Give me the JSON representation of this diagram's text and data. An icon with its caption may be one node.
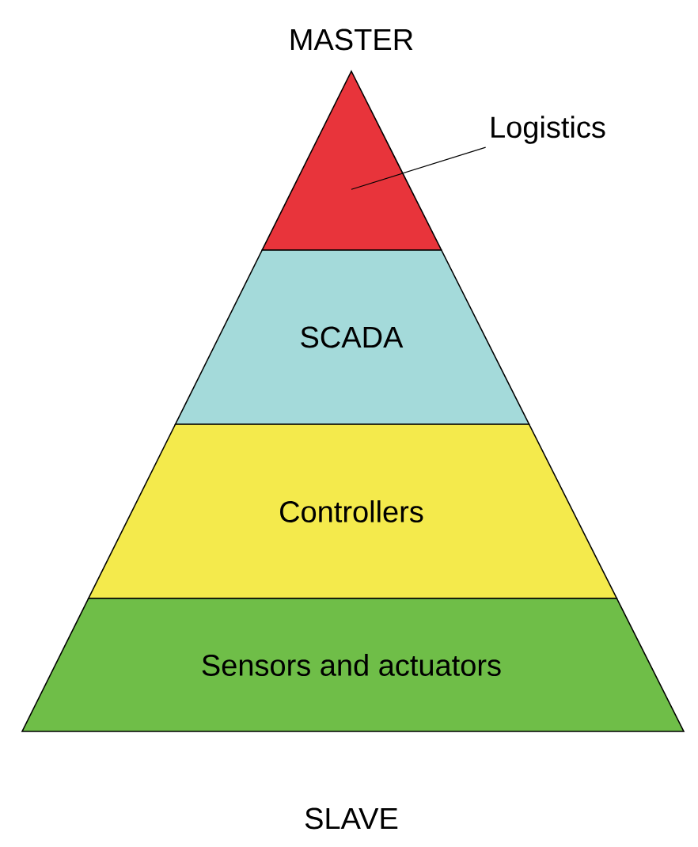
{
  "diagram": {
    "nodes": [
      {
        "text": [],
        "shape": "triangle"
      },
      {
        "text": [
          "SCADA"
        ]
      },
      {
        "text": [
          "Controllers"
        ]
      },
      {
        "text": [
          "Sensors and actuators"
        ]
      },
      {
        "text": [
          "Logistics"
        ]
      }
    ],
    "edges": [
      {
        "from": 4,
        "to": 0,
        "arrow": "none"
      }
    ],
    "labels": [
      "MASTER",
      "SLAVE"
    ]
  }
}
